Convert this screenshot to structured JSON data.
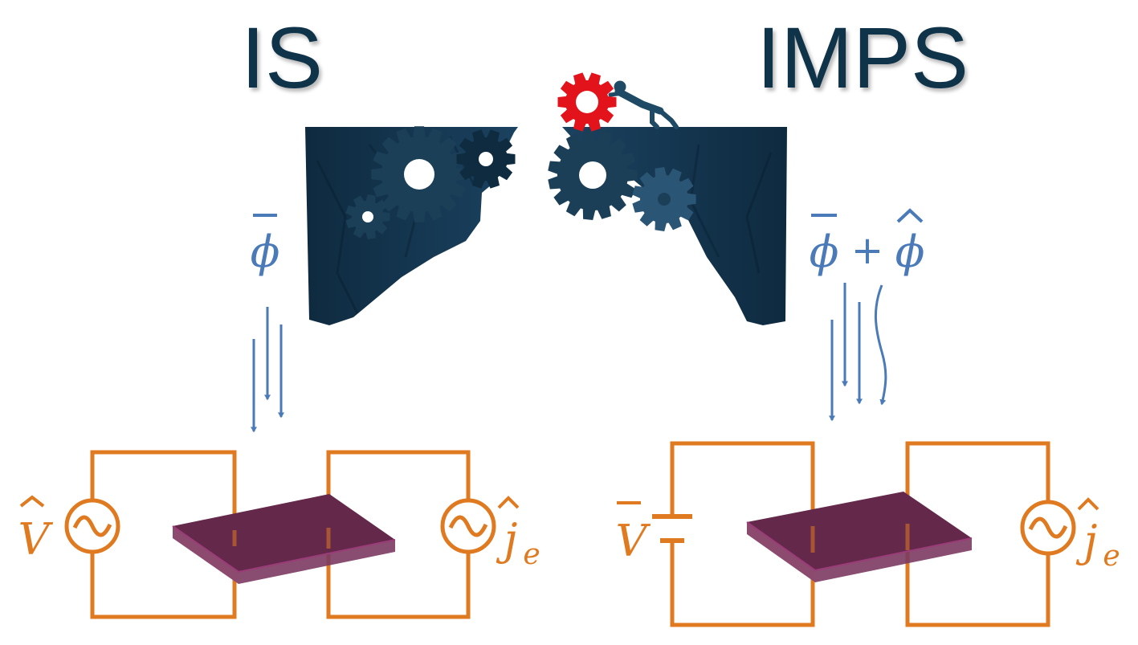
{
  "titles": {
    "left": "IS",
    "right": "IMPS"
  },
  "labels": {
    "left_flux": "ϕ",
    "right_flux_dc": "ϕ",
    "right_flux_plus": "+",
    "right_flux_ac": "ϕ",
    "left_source": "V",
    "left_current": "j",
    "left_current_sub": "e",
    "right_source": "V",
    "right_current": "j",
    "right_current_sub": "e"
  },
  "colors": {
    "title": "#0f3349",
    "arrow": "#4a7ab8",
    "circuit": "#e07a20",
    "cell": "#63284a",
    "cliff": "#13324a",
    "gear_red": "#e3131b"
  },
  "icons": {
    "left_source": "ac-source-icon",
    "right_source": "battery-icon",
    "current_source": "ac-source-icon",
    "cell": "device-slab-icon"
  }
}
